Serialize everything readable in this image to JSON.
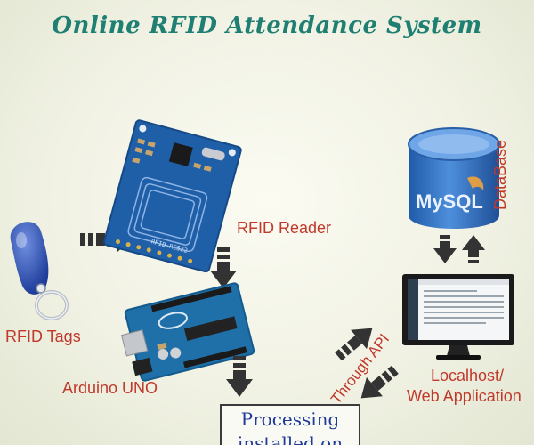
{
  "title": "Online RFID Attendance System",
  "labels": {
    "rfid_tags": "RFID Tags",
    "rfid_reader": "RFID Reader",
    "arduino": "Arduino UNO",
    "database": "DataBase",
    "through_api": "Through API",
    "localhost_line1": "Localhost/",
    "localhost_line2": "Web Application",
    "processing_line1": "Processing",
    "processing_line2": "installed on"
  },
  "board_text": {
    "rfid_chip": "RFID-RC522",
    "mysql": "MySQL"
  },
  "colors": {
    "title": "#1f7f72",
    "label": "#c0392b",
    "arrow": "#333333",
    "board_blue": "#1e5fa8",
    "db_blue": "#2f6fbf"
  },
  "icons": [
    "rfid-tag-icon",
    "rfid-reader-icon",
    "arduino-board-icon",
    "database-icon",
    "monitor-icon",
    "arrow-icon"
  ]
}
